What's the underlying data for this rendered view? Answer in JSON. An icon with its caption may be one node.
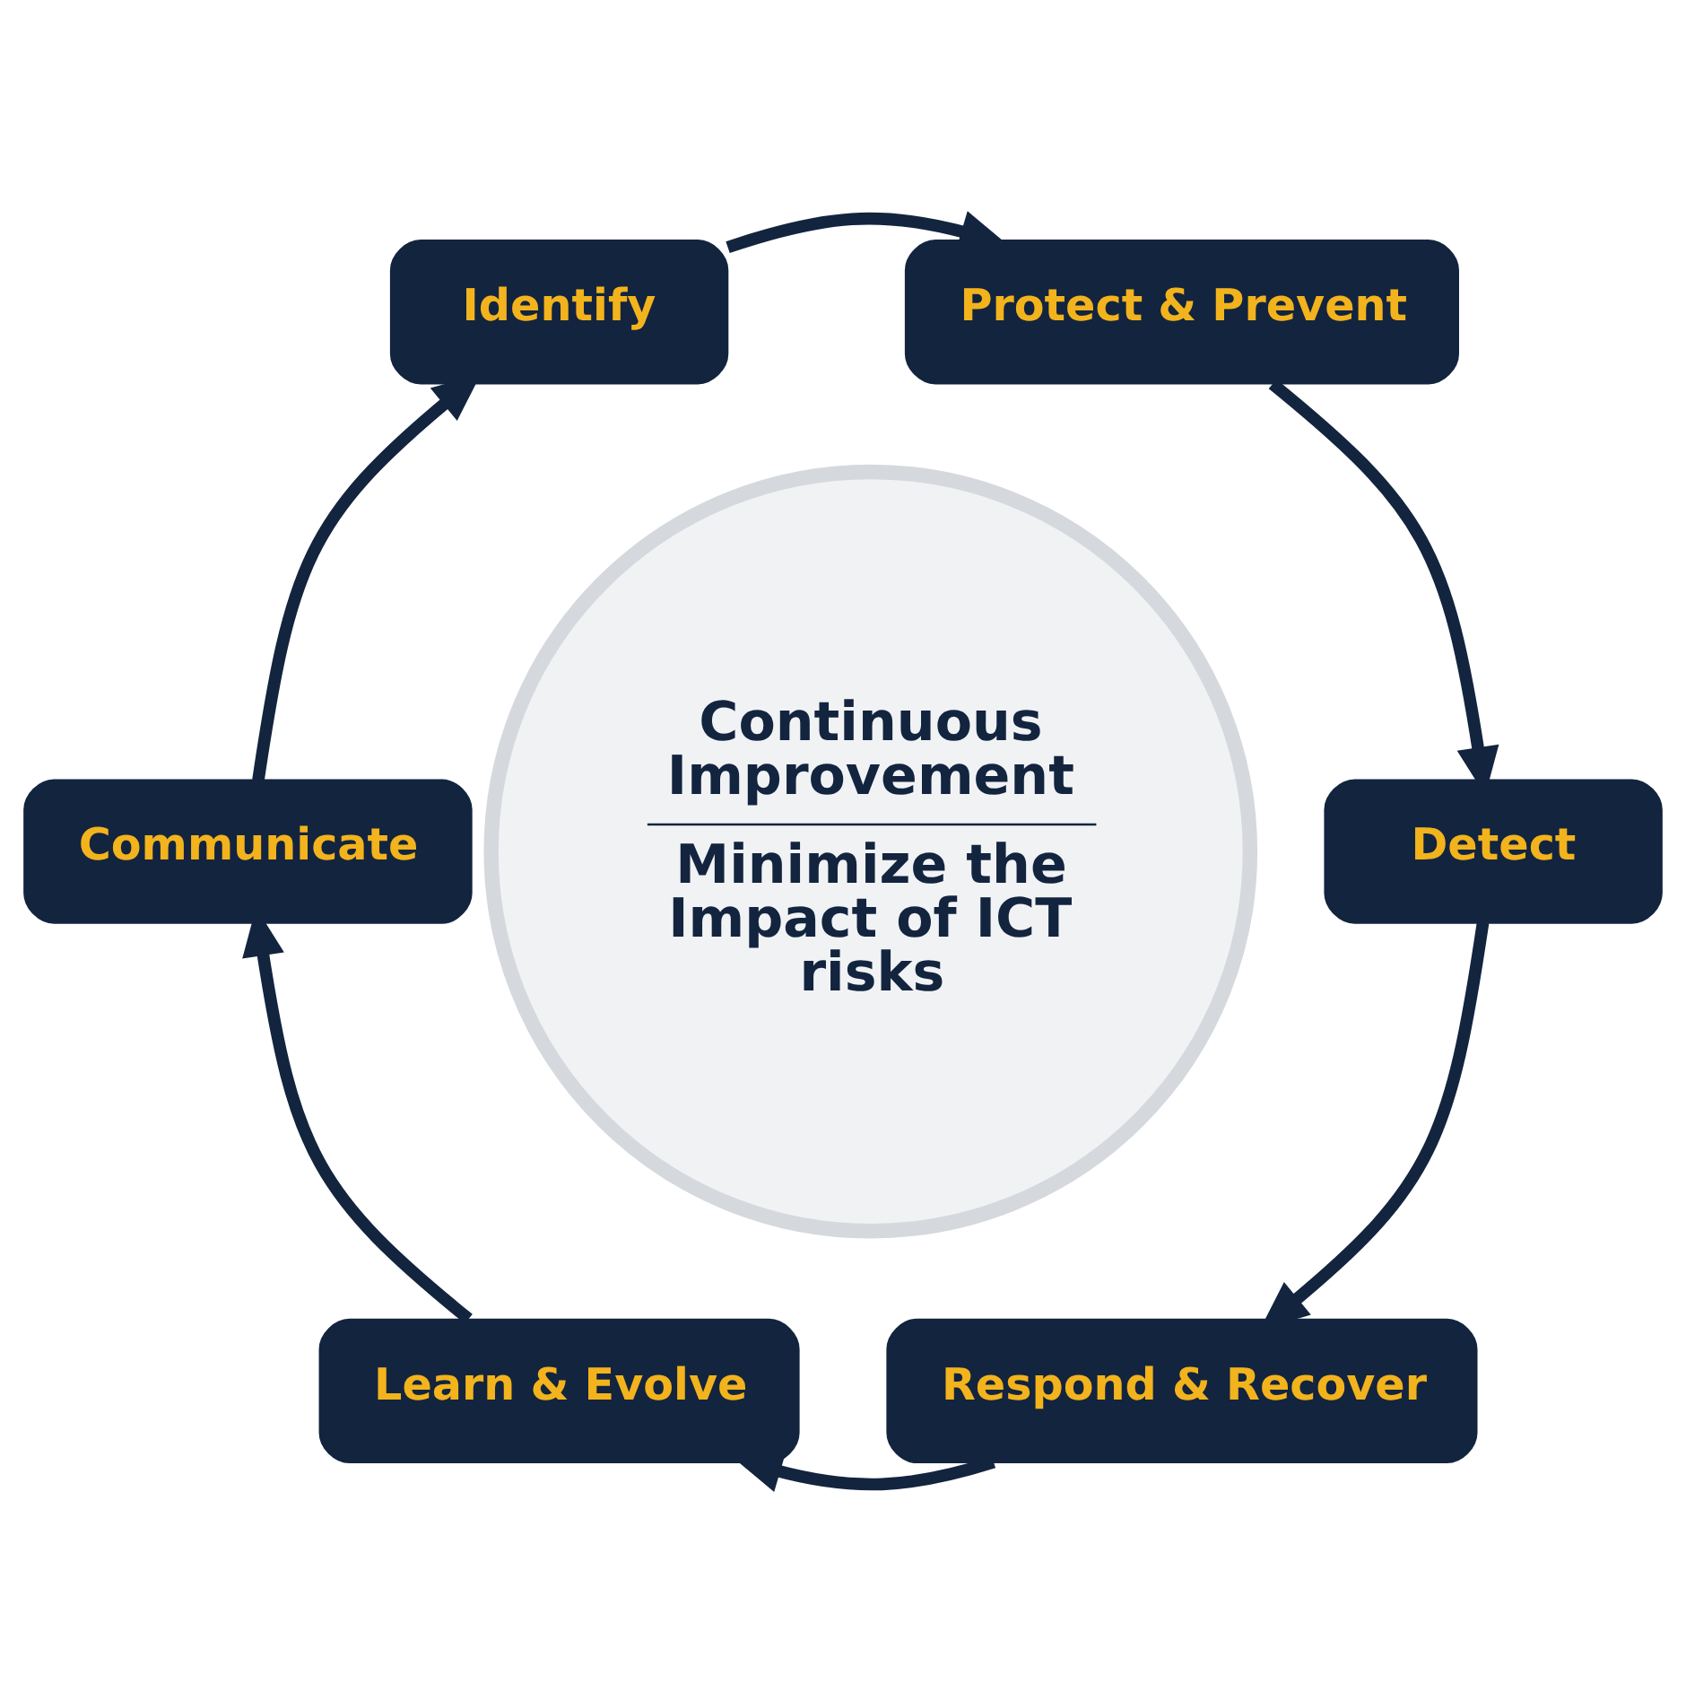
{
  "diagram": {
    "nodes": [
      {
        "text": [
          "Identify"
        ]
      },
      {
        "text": [
          "Protect & Prevent"
        ]
      },
      {
        "text": [
          "Detect"
        ]
      },
      {
        "text": [
          "Respond & Recover"
        ]
      },
      {
        "text": [
          "Learn & Evolve"
        ]
      },
      {
        "text": [
          "Communicate"
        ]
      },
      {
        "text": [
          "Continuous Improvement",
          "Minimize the Impact of ICT risks"
        ]
      }
    ],
    "edges": [
      {
        "from": 0,
        "to": 1,
        "arrow": "to"
      },
      {
        "from": 1,
        "to": 2,
        "arrow": "to"
      },
      {
        "from": 2,
        "to": 3,
        "arrow": "to"
      },
      {
        "from": 3,
        "to": 4,
        "arrow": "to"
      },
      {
        "from": 4,
        "to": 5,
        "arrow": "to"
      },
      {
        "from": 5,
        "to": 0,
        "arrow": "to"
      }
    ]
  }
}
